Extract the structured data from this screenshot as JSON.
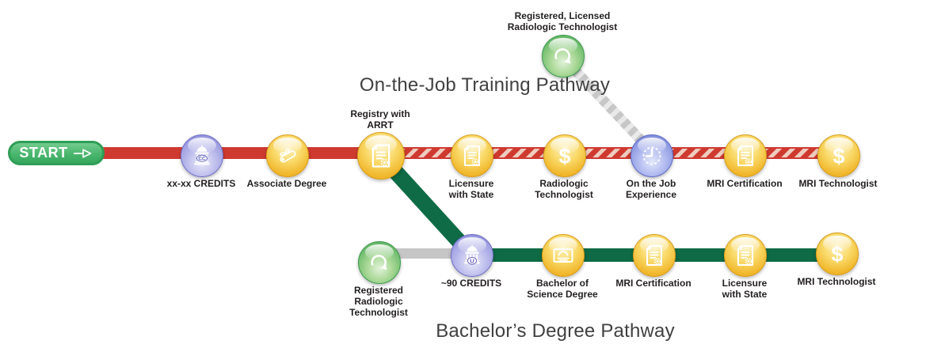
{
  "colors": {
    "path_red": "#cf3a30",
    "path_red_hatch_light": "#eeccbf",
    "path_green": "#0e6b45",
    "path_gray": "#c6c6c6",
    "orb_gold": "#f1b72c",
    "orb_purple": "#9c9ce2",
    "orb_green": "#6cbb6b",
    "orb_blue": "#8793de"
  },
  "start_button": {
    "label": "START",
    "icon": "right-arrow-icon"
  },
  "titles": {
    "top_pathway": "On-the-Job Training Pathway",
    "bottom_pathway": "Bachelor’s Degree Pathway"
  },
  "nodes": [
    {
      "id": "xx-xx-credits",
      "label": "xx-xx CREDITS",
      "icon": "community-college-building-icon"
    },
    {
      "id": "associate-degree",
      "label": "Associate Degree",
      "icon": "diploma-scroll-icon"
    },
    {
      "id": "registry-with-arrt",
      "label": "Registry with\nARRT",
      "icon": "certified-document-icon"
    },
    {
      "id": "licensure-with-state-ojt",
      "label": "Licensure\nwith State",
      "icon": "certified-document-icon"
    },
    {
      "id": "radiologic-technologist",
      "label": "Radiologic\nTechnologist",
      "icon": "dollar-icon"
    },
    {
      "id": "on-the-job-experience",
      "label": "On the Job\nExperience",
      "icon": "clock-icon"
    },
    {
      "id": "mri-certification-ojt",
      "label": "MRI Certification",
      "icon": "certified-document-icon"
    },
    {
      "id": "mri-technologist-ojt",
      "label": "MRI Technologist",
      "icon": "dollar-icon"
    },
    {
      "id": "registered-licensed-radiologic-technologist",
      "label": "Registered, Licensed\nRadiologic Technologist",
      "icon": "curved-arrow-icon"
    },
    {
      "id": "registered-radiologic-technologist",
      "label": "Registered\nRadiologic\nTechnologist",
      "icon": "curved-arrow-icon"
    },
    {
      "id": "90-credits",
      "label": "~90 CREDITS",
      "icon": "university-building-icon"
    },
    {
      "id": "bachelor-of-science-degree",
      "label": "Bachelor of\nScience Degree",
      "icon": "certificate-icon"
    },
    {
      "id": "mri-certification-bs",
      "label": "MRI Certification",
      "icon": "certified-document-icon"
    },
    {
      "id": "licensure-with-state-bs",
      "label": "Licensure\nwith State",
      "icon": "certified-document-icon"
    },
    {
      "id": "mri-technologist-bs",
      "label": "MRI Technologist",
      "icon": "dollar-icon"
    }
  ]
}
